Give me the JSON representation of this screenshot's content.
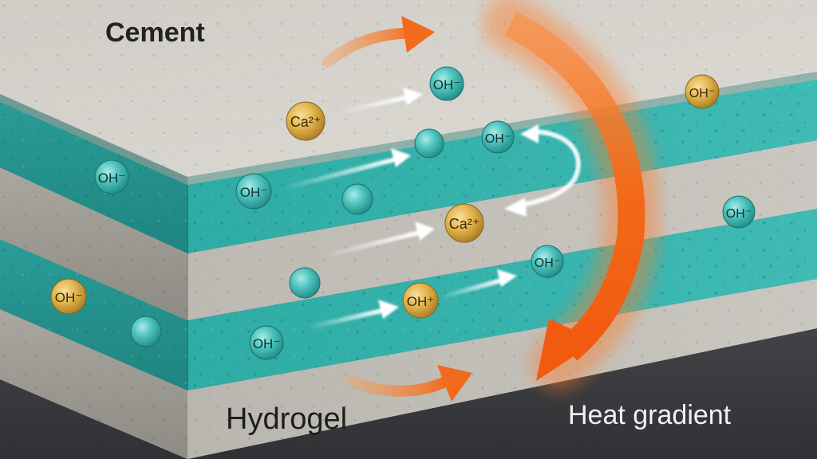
{
  "labels": {
    "cement": "Cement",
    "hydrogel": "Hydrogel",
    "heat_gradient": "Heat gradient"
  },
  "ions": {
    "oh_1": "OH⁻",
    "oh_2": "OH⁻",
    "oh_3": "OH⁻",
    "oh_4": "OH⁻",
    "oh_5": "OH⁻",
    "oh_6": "OH⁻",
    "oh_7": "OH⁻",
    "oh_8": "OH⁻",
    "oh_9": "OH⁻",
    "oh_plus": "OH⁺",
    "ca_1": "Ca²⁺",
    "ca_2": "Ca²⁺"
  },
  "colors": {
    "cement": "#b9b7b0",
    "hydrogel": "#3eb5b0",
    "ion_teal": "#4fc3bd",
    "ion_gold": "#e0b24a",
    "heat": "#f26a1b",
    "background": "#3a3c3f"
  }
}
